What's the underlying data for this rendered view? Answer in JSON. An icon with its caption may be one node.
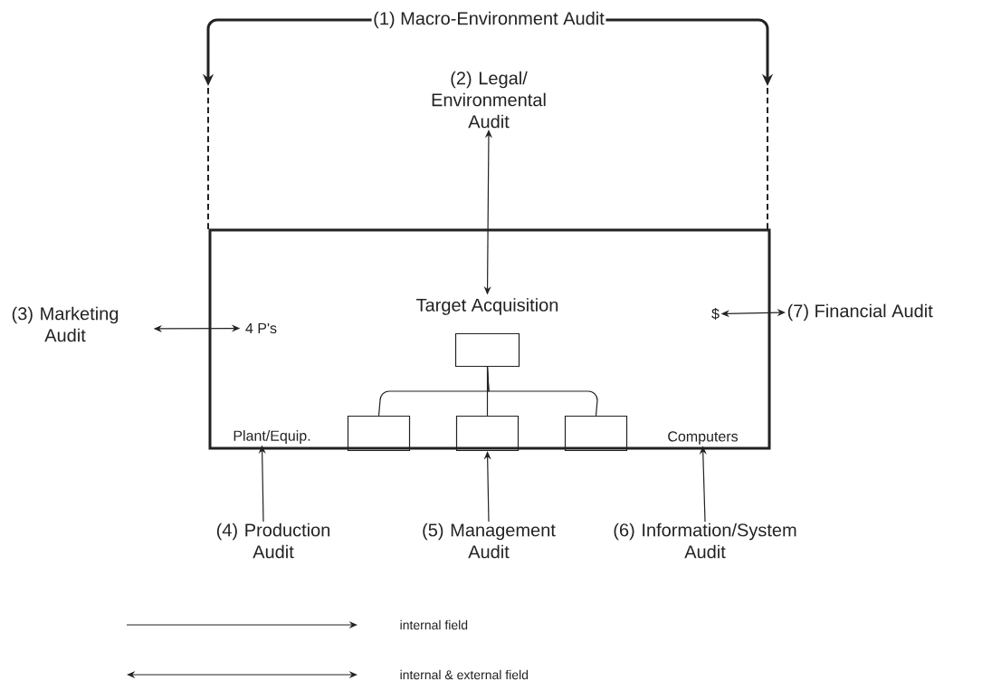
{
  "diagram": {
    "nodes": [
      {
        "text": [
          "(1) Macro-Environment Audit"
        ]
      },
      {
        "text": [],
        "shape": "box"
      },
      {
        "text": [
          "Target Acquisition"
        ],
        "in": 1
      },
      {
        "text": [
          "(2) Legal/ Environmental Audit"
        ]
      },
      {
        "text": [
          "(3) Marketing Audit"
        ]
      },
      {
        "text": [
          "4 P's"
        ],
        "in": 1
      },
      {
        "text": [
          "$"
        ],
        "in": 1
      },
      {
        "text": [
          "(7) Financial Audit"
        ]
      },
      {
        "text": [],
        "shape": "box",
        "in": 1
      },
      {
        "text": [],
        "shape": "box",
        "in": 1
      },
      {
        "text": [],
        "shape": "box",
        "in": 1
      },
      {
        "text": [],
        "shape": "box",
        "in": 1
      },
      {
        "text": [
          "Plant/Equip."
        ],
        "in": 1
      },
      {
        "text": [
          "Computers"
        ],
        "in": 1
      },
      {
        "text": [
          "(4) Production Audit"
        ]
      },
      {
        "text": [
          "(5) Management Audit"
        ]
      },
      {
        "text": [
          "(6) Information/System Audit"
        ]
      }
    ],
    "edges": [
      {
        "from": 0,
        "to": null,
        "arrow": "to",
        "style": "thick"
      },
      {
        "from": 0,
        "to": null,
        "arrow": "to",
        "style": "thick"
      },
      {
        "from": 3,
        "to": 2,
        "arrow": "both"
      },
      {
        "from": 4,
        "to": 5,
        "arrow": "both"
      },
      {
        "from": 6,
        "to": 7,
        "arrow": "both"
      },
      {
        "from": 8,
        "to": 9,
        "arrow": "none"
      },
      {
        "from": 8,
        "to": 10,
        "arrow": "none"
      },
      {
        "from": 8,
        "to": 11,
        "arrow": "none"
      },
      {
        "from": 14,
        "to": 12,
        "arrow": "to"
      },
      {
        "from": 15,
        "to": 10,
        "arrow": "to"
      },
      {
        "from": 16,
        "to": 13,
        "arrow": "to"
      }
    ],
    "legend": [
      {
        "text": "internal field"
      },
      {
        "text": "internal & external field"
      }
    ]
  }
}
